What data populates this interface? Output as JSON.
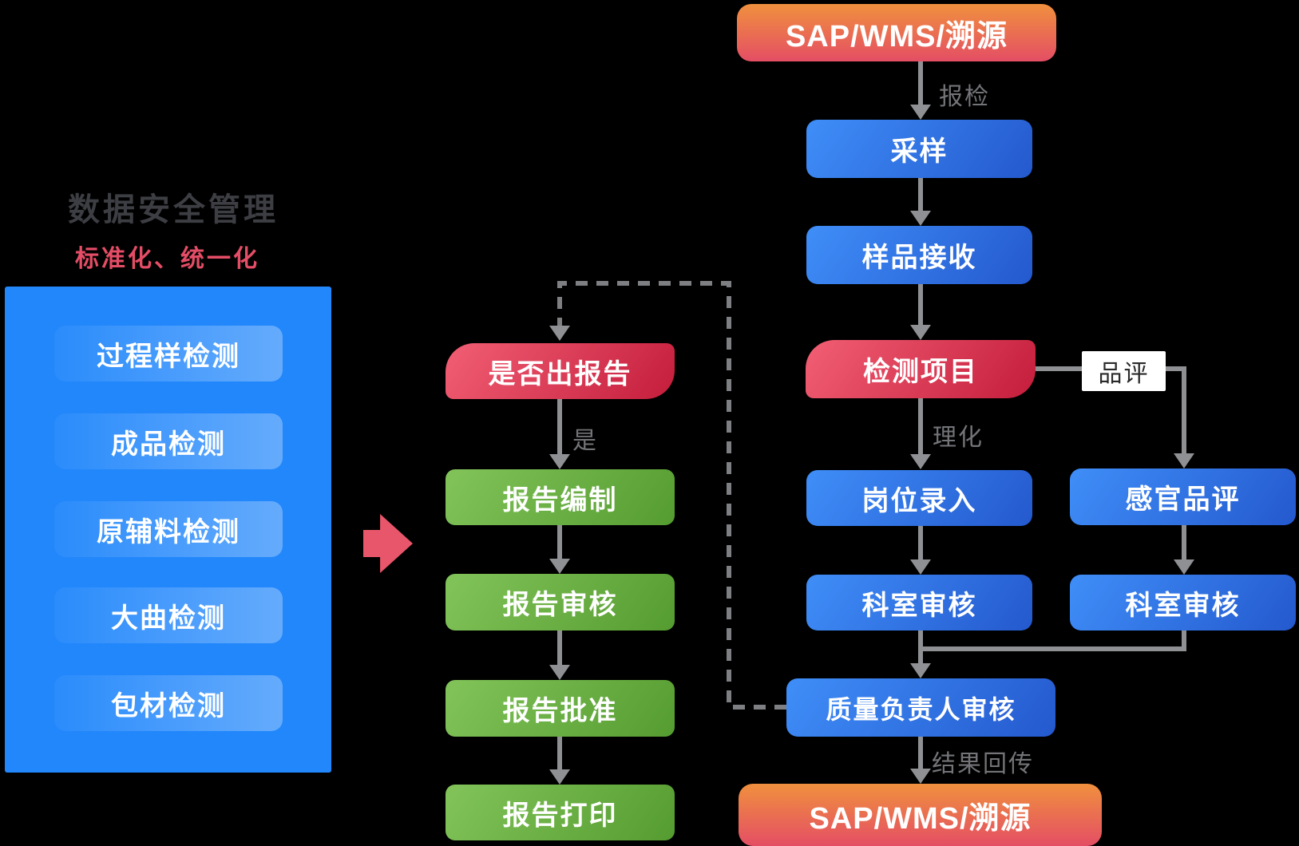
{
  "left_panel": {
    "title": "数据安全管理",
    "subtitle": "标准化、统一化",
    "items": [
      "过程样检测",
      "成品检测",
      "原辅料检测",
      "大曲检测",
      "包材检测"
    ]
  },
  "report_flow": {
    "decision": "是否出报告",
    "yes_label": "是",
    "steps": [
      "报告编制",
      "报告审核",
      "报告批准",
      "报告打印"
    ]
  },
  "main_flow": {
    "source": "SAP/WMS/溯源",
    "report_label": "报检",
    "sampling": "采样",
    "sample_receive": "样品接收",
    "detection": "检测项目",
    "physchem_label": "理化",
    "sensory_label": "品评",
    "position_entry": "岗位录入",
    "dept_review": "科室审核",
    "sensory_eval": "感官品评",
    "sensory_dept_review": "科室审核",
    "qa_review": "质量负责人审核",
    "result_label": "结果回传",
    "sink": "SAP/WMS/溯源"
  },
  "colors": {
    "panel_blue": "#2287fb",
    "node_blue_light": "#3f8ef8",
    "node_blue_dark": "#2459ce",
    "node_green_light": "#82c45a",
    "node_green_dark": "#559c30",
    "node_red_light": "#f25f74",
    "node_red_dark": "#c41d3c",
    "cap_orange": "#f0903e",
    "cap_pink": "#e44e64",
    "arrow_gray": "#8f9093",
    "dash_gray": "#7e7f82",
    "label_gray": "#737478",
    "subtitle_red": "#e44d66",
    "big_arrow_pink": "#e8566b"
  }
}
